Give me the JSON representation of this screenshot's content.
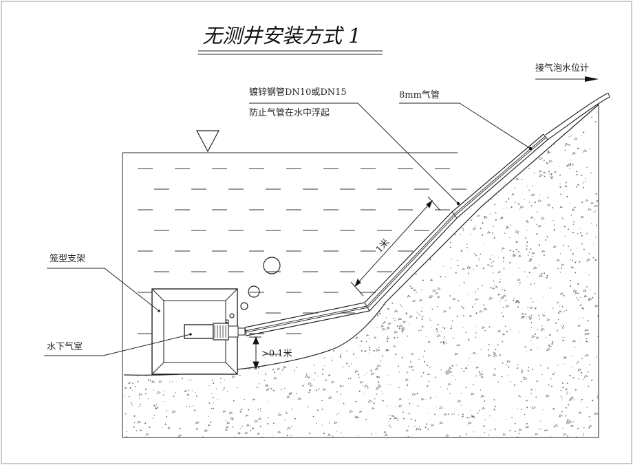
{
  "title": "无测井安装方式 1",
  "labels": {
    "outlet": "接气泡水位计",
    "pipe_line1": "镀锌钢管DN10或DN15",
    "pipe_line2": "防止气管在水中浮起",
    "air_tube": "8mm气管",
    "one_meter": "1米",
    "cage_bracket": "笼型支架",
    "air_chamber": "水下气室",
    "clearance": ">0.1米"
  },
  "colors": {
    "line": "#1a1a1a",
    "background": "#ffffff",
    "ground_dots": "#6a6a6a"
  },
  "icons": {
    "water_level": "water-level-triangle-icon",
    "outlet_arrow": "arrow-right-icon"
  }
}
